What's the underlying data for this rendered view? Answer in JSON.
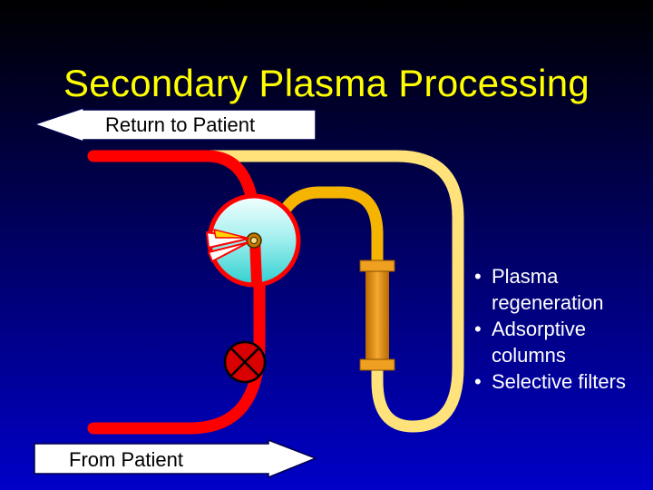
{
  "slide": {
    "title": "Secondary Plasma Processing",
    "return_label": "Return to Patient",
    "from_label": "From Patient",
    "bullets": [
      {
        "text": "Plasma regeneration"
      },
      {
        "text": "Adsorptive columns"
      },
      {
        "text": "Selective filters"
      }
    ]
  },
  "colors": {
    "title": "#ffff00",
    "blood_line": "#ff0000",
    "plasma_line": "#ffe37a",
    "processed_plasma_line": "#f5b400",
    "separator_fill": "#7fe8e8",
    "column_body": "#f0a020"
  },
  "icons": {
    "separator": "plasma-separator-circle",
    "clamp": "clamp-valve-x-icon",
    "pump": "gear-icon"
  }
}
